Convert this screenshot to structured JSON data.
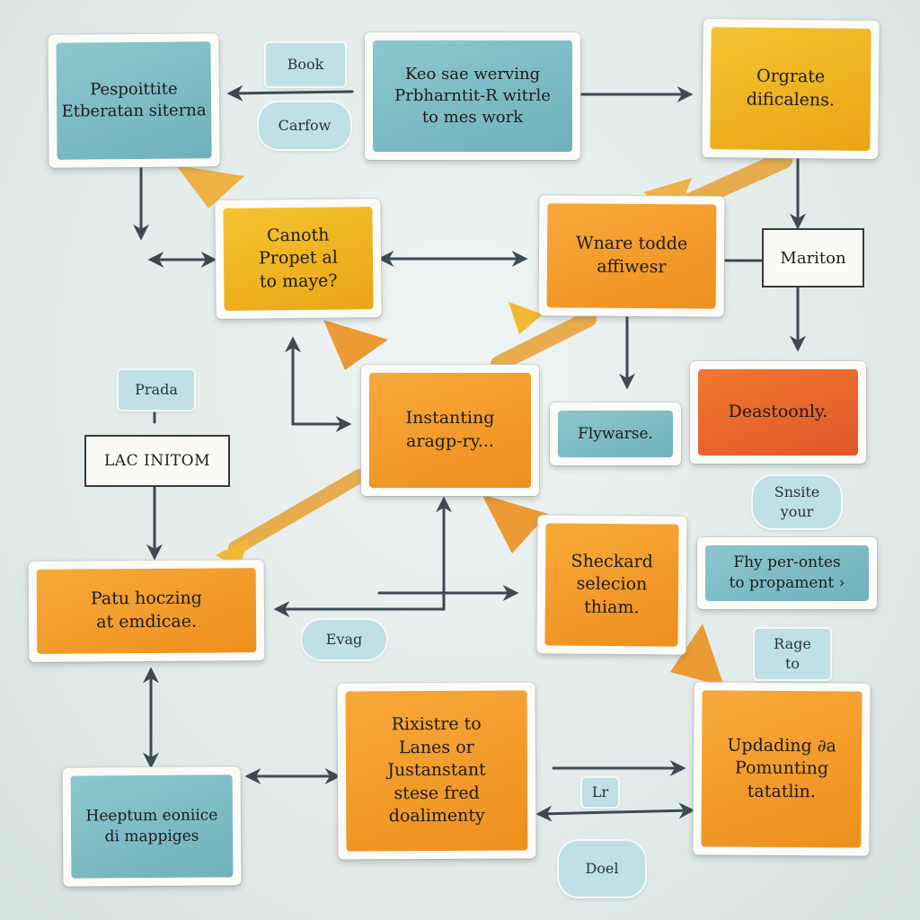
{
  "colors": {
    "teal": "#7cbcc6",
    "yellow": "#efb524",
    "orange": "#f29c2c",
    "red": "#e8652c",
    "arrow": "#3d4a52",
    "connector": "#e7a132",
    "background": "#e6eeec"
  },
  "cards": {
    "c1": "Pespoittite\nEtberatan siterna",
    "c2": "Keo sae werving\nPrbharntit-R witrle\nto mes work",
    "c3": "Orgrate\ndificalens.",
    "c4": "Canoth\nPropet al\nto maye?",
    "c5": "Wnare todde\naffiwesr",
    "c6": "Instanting\naragp-ry...",
    "c7": "Flywarse.",
    "c8": "Deastoonly.",
    "c9": "Patu hoczing\nat emdicae.",
    "c10": "Sheckard\nselecion\nthiam.",
    "c11": "Fhy per-ontes\nto propament ›",
    "c12": "Rixistre to\nLanes or\nJustanstant\nstese fred\ndoalimenty",
    "c13": "Updading ∂a\nPomunting\ntatatlin.",
    "c14": "Heeptum eoniice\ndi mappiges"
  },
  "tags": {
    "book": "Book",
    "carfow": "Carfow",
    "prada": "Prada",
    "snsite": "Snsite\nyour",
    "evag": "Evag",
    "rage": "Rage\nto",
    "lr": "Lr",
    "doel": "Doel"
  },
  "boxed_labels": {
    "marition": "Mariton",
    "lacinitom": "LAC INITOM"
  }
}
